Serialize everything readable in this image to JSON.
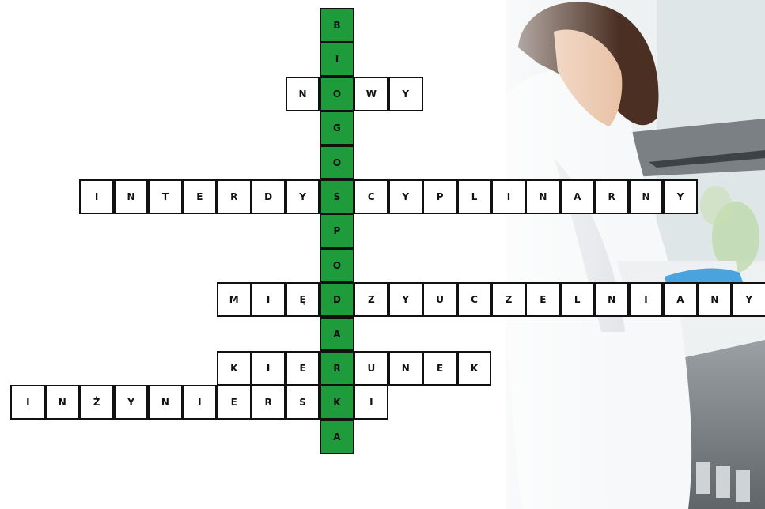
{
  "colors": {
    "key_column": "#1e9b3a",
    "cell_border": "#111111",
    "cell_background": "#ffffff"
  },
  "crossword": {
    "key_word": "BIOGOSPODARKA",
    "rows": [
      {
        "word": "B",
        "key_index": 0
      },
      {
        "word": "I",
        "key_index": 0
      },
      {
        "word": "NOWY",
        "key_index": 1
      },
      {
        "word": "G",
        "key_index": 0
      },
      {
        "word": "O",
        "key_index": 0
      },
      {
        "word": "INTERDYSCYPLINARNY",
        "key_index": 7
      },
      {
        "word": "P",
        "key_index": 0
      },
      {
        "word": "O",
        "key_index": 0
      },
      {
        "word": "MIĘDZYUCZELNIANY",
        "key_index": 3
      },
      {
        "word": "A",
        "key_index": 0
      },
      {
        "word": "KIERUNEK",
        "key_index": 3
      },
      {
        "word": "INŻYNIERSKI",
        "key_index": 9
      },
      {
        "word": "A",
        "key_index": 0
      }
    ]
  }
}
